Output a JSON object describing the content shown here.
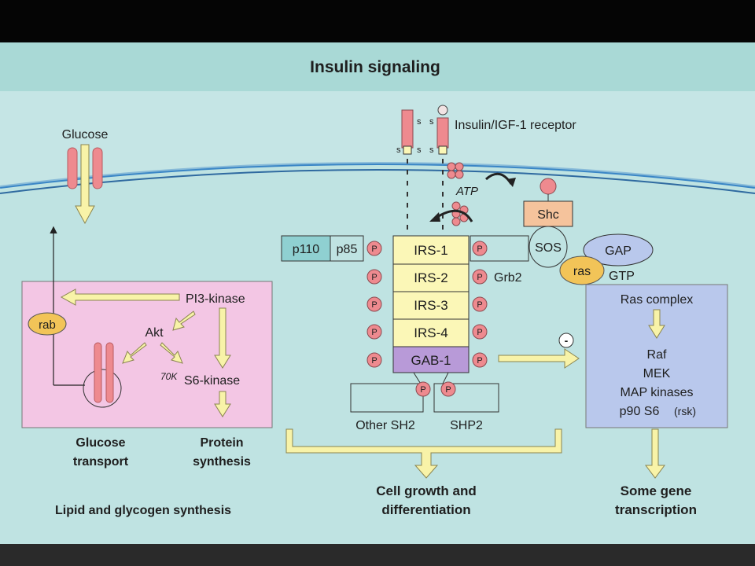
{
  "title": "Insulin signaling",
  "colors": {
    "background": "#bfe3e2",
    "title_band": "#a9d9d6",
    "membrane": "#3a86c6",
    "pink_box": "#f3c6e4",
    "blue_box": "#b9c8ec",
    "yellow_box": "#fbf7b7",
    "purple_box": "#b89ad8",
    "teal_box": "#8fd0d1",
    "orange_box": "#f5c39c",
    "ras_yellow": "#f2c458",
    "phospho": "#ee8a8f",
    "arrow_fill": "#f8f3a8"
  },
  "receptor": {
    "label": "Insulin/IGF-1 receptor",
    "s": "s",
    "atp": "ATP"
  },
  "glucose": {
    "label": "Glucose",
    "rab": "rab",
    "transport": [
      "Glucose",
      "transport"
    ]
  },
  "pi3k_box": {
    "pi3kinase": "PI3-kinase",
    "akt": "Akt",
    "s6kinase": "S6-kinase",
    "s6_prefix": "70K",
    "protein_synthesis": [
      "Protein",
      "synthesis"
    ]
  },
  "lipid_label": "Lipid and glycogen synthesis",
  "p110": "p110",
  "p85": "p85",
  "phospho_label": "P",
  "irs": [
    "IRS-1",
    "IRS-2",
    "IRS-3",
    "IRS-4"
  ],
  "gab1": "GAB-1",
  "grb2": "Grb2",
  "other_sh2": "Other SH2",
  "shp2": "SHP2",
  "shc": "Shc",
  "sos": "SOS",
  "gap": "GAP",
  "ras": "ras",
  "gtp": "GTP",
  "minus": "-",
  "ras_box": {
    "ras_complex": "Ras complex",
    "items": [
      "Raf",
      "MEK",
      "MAP kinases"
    ],
    "p90": "p90 S6",
    "rsk": "(rsk)"
  },
  "cell_growth": [
    "Cell growth and",
    "differentiation"
  ],
  "gene": [
    "Some gene",
    "transcription"
  ]
}
